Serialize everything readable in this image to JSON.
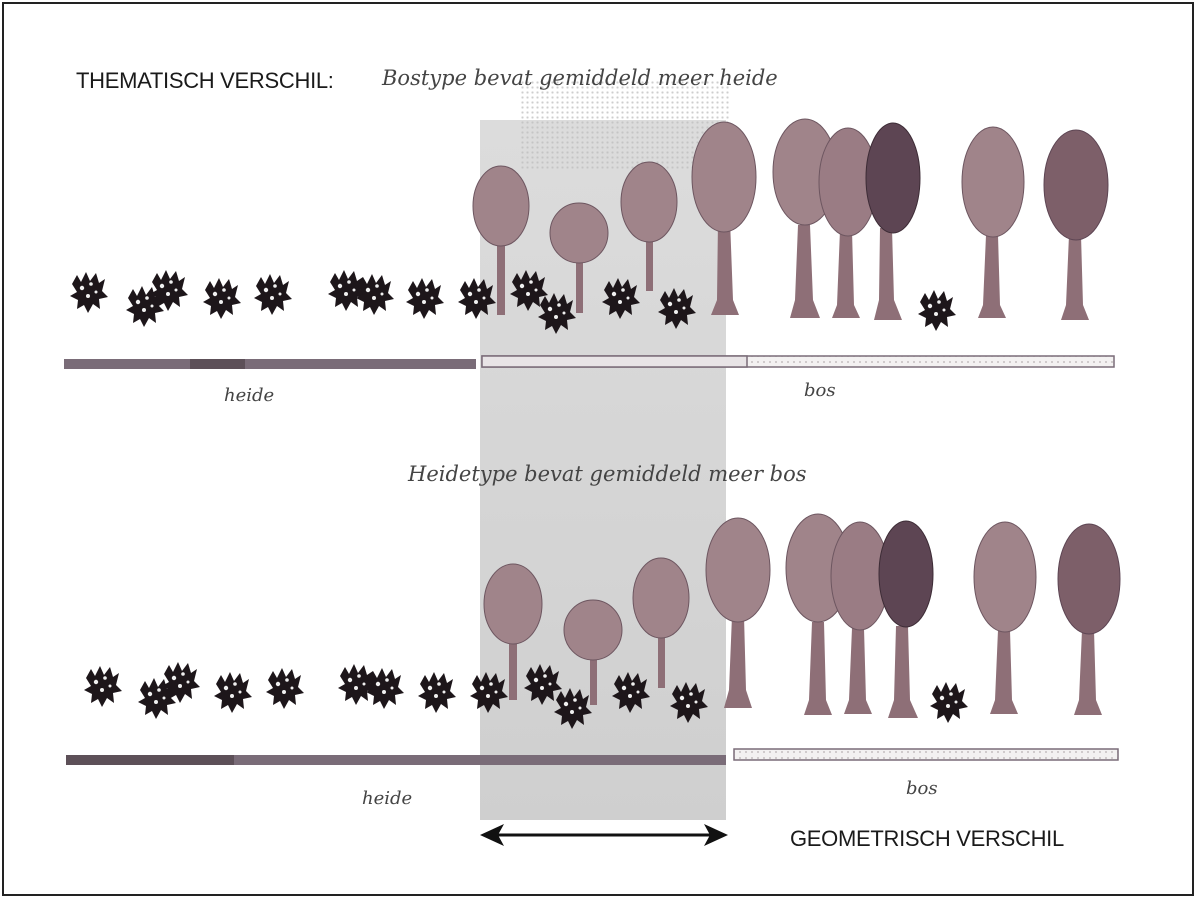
{
  "header": {
    "title": "THEMATISCH VERSCHIL:",
    "top_note": "Bostype bevat gemiddeld meer heide"
  },
  "middle_note": "Heidetype bevat gemiddeld meer bos",
  "top_panel": {
    "label_heide": "heide",
    "label_bos": "bos"
  },
  "bottom_panel": {
    "label_heide": "heide",
    "label_bos": "bos"
  },
  "footer": {
    "geometric_label": "GEOMETRISCH VERSCHIL"
  },
  "colors": {
    "heide_bar": "#7a6c78",
    "bos_bar": "#efecec",
    "tree_light": "#a0848a",
    "tree_mid": "#8e6f77",
    "tree_dark": "#5d4553",
    "shrub": "#1d161a",
    "zone": "#d6d6d6"
  },
  "icons": [
    "tree-icon",
    "heather-shrub-icon",
    "double-arrow-icon"
  ]
}
